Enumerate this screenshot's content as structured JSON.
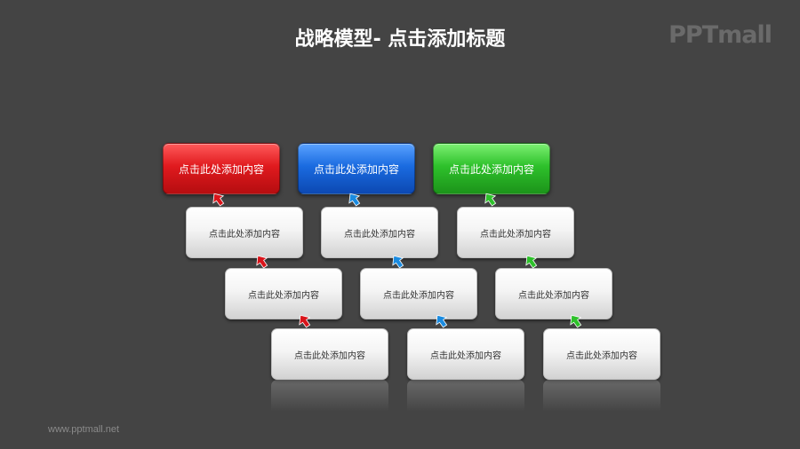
{
  "title": "战略模型- 点击添加标题",
  "logo": "PPTmall",
  "footer": "www.pptmall.net",
  "colors": {
    "red": "#d9141a",
    "blue": "#1a6be0",
    "green": "#2ec12b",
    "background": "#444444"
  },
  "columns": [
    {
      "header": "点击此处添加内容",
      "color": "red",
      "items": [
        "点击此处添加内容",
        "点击此处添加内容",
        "点击此处添加内容"
      ]
    },
    {
      "header": "点击此处添加内容",
      "color": "blue",
      "items": [
        "点击此处添加内容",
        "点击此处添加内容",
        "点击此处添加内容"
      ]
    },
    {
      "header": "点击此处添加内容",
      "color": "green",
      "items": [
        "点击此处添加内容",
        "点击此处添加内容",
        "点击此处添加内容"
      ]
    }
  ],
  "arrow_icon": "up-arrow-icon"
}
